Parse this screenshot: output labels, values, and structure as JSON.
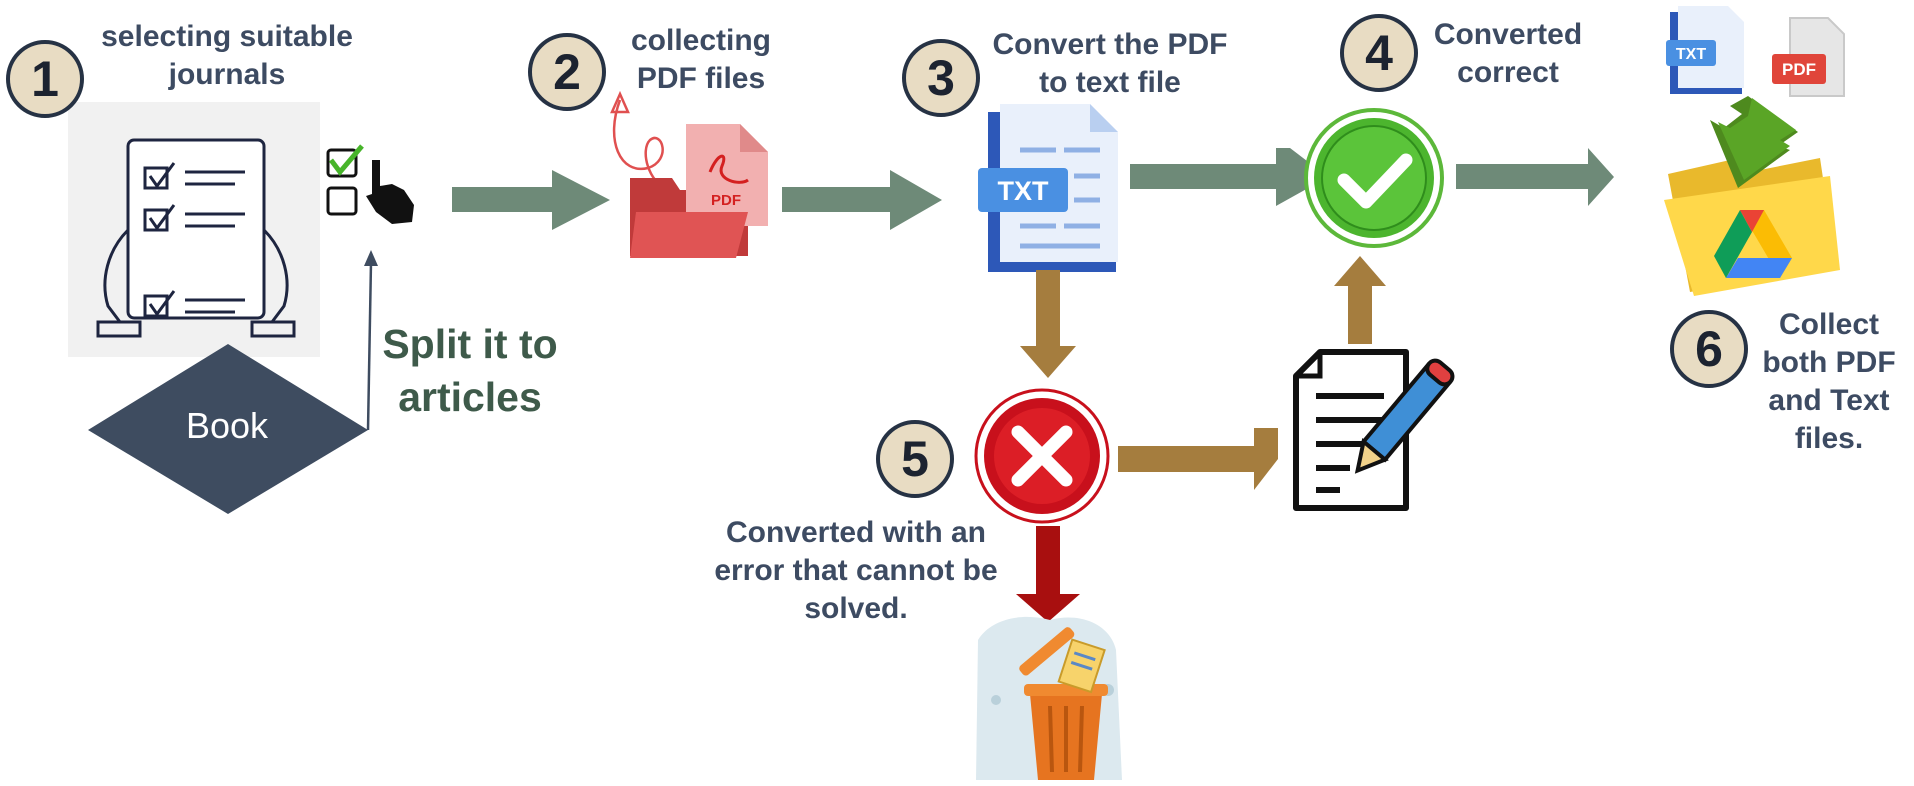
{
  "steps": [
    {
      "number": "1",
      "label": "selecting suitable journals"
    },
    {
      "number": "2",
      "label": "collecting PDF files"
    },
    {
      "number": "3",
      "label": "Convert the PDF to text file"
    },
    {
      "number": "4",
      "label": "Converted correct"
    },
    {
      "number": "5",
      "label": "Converted with an error that cannot be solved."
    },
    {
      "number": "6",
      "label": "Collect both PDF and Text files."
    }
  ],
  "book": {
    "label": "Book"
  },
  "split": {
    "label": "Split it to articles"
  },
  "file_tags": {
    "pdf": "PDF",
    "txt": "TXT"
  },
  "colors": {
    "flow_arrow": "#6e8a78",
    "error_path_arrow": "#a57d3e",
    "discard_arrow": "#a80f0f",
    "badge_fill": "#e8dcc3",
    "badge_border": "#263244",
    "book_fill": "#3e4c60",
    "success": "#4cb52e",
    "error": "#c8101c"
  }
}
